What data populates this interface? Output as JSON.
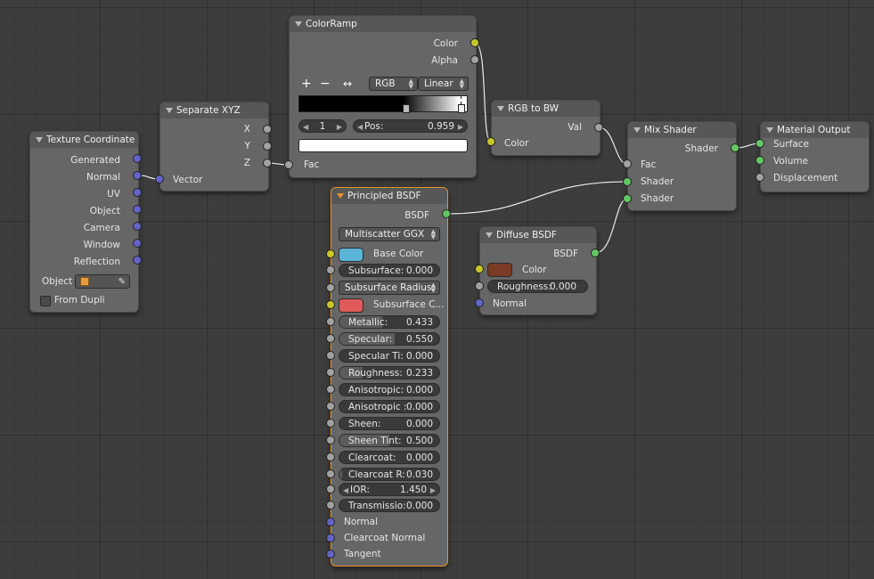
{
  "colors": {
    "socket_color": "#c7c729",
    "socket_float": "#a1a1a1",
    "socket_vector": "#6363c7",
    "socket_shader": "#63c763",
    "active_outline": "#e7932f",
    "base_color": "#5ab4d6",
    "subsurface_color": "#e05a5a",
    "diffuse_color": "#7a3a24"
  },
  "texcoord": {
    "title": "Texture Coordinate",
    "outputs": [
      "Generated",
      "Normal",
      "UV",
      "Object",
      "Camera",
      "Window",
      "Reflection"
    ],
    "object_label": "Object",
    "object_icon": "cube-icon",
    "eyedropper_icon": "eyedropper-icon",
    "from_dupli": "From Dupli"
  },
  "sepxyz": {
    "title": "Separate XYZ",
    "outputs": [
      "X",
      "Y",
      "Z"
    ],
    "input": "Vector"
  },
  "colorramp": {
    "title": "ColorRamp",
    "outputs": [
      "Color",
      "Alpha"
    ],
    "add": "+",
    "remove": "−",
    "flip": "↔",
    "color_mode": "RGB",
    "interpolation": "Linear",
    "index": "1",
    "pos_label": "Pos:",
    "pos_value": "0.959",
    "input": "Fac"
  },
  "rgbtobw": {
    "title": "RGB to BW",
    "output": "Val",
    "input": "Color"
  },
  "mixshader": {
    "title": "Mix Shader",
    "output": "Shader",
    "inputs": [
      "Fac",
      "Shader",
      "Shader"
    ]
  },
  "matout": {
    "title": "Material Output",
    "inputs": [
      "Surface",
      "Volume",
      "Displacement"
    ]
  },
  "diffuse": {
    "title": "Diffuse BSDF",
    "output": "BSDF",
    "color_label": "Color",
    "roughness_label": "Roughness:",
    "roughness_value": "0.000",
    "normal": "Normal"
  },
  "principled": {
    "title": "Principled BSDF",
    "output": "BSDF",
    "distribution": "Multiscatter GGX",
    "base_color": "Base Color",
    "subsurface": {
      "label": "Subsurface:",
      "value": "0.000"
    },
    "subsurface_method": "Subsurface Radius",
    "subsurface_color": "Subsurface C...",
    "params": [
      {
        "label": "Metallic:",
        "value": "0.433",
        "fill": 0.433
      },
      {
        "label": "Specular:",
        "value": "0.550",
        "fill": 0.55
      },
      {
        "label": "Specular Ti:",
        "value": "0.000",
        "fill": 0
      },
      {
        "label": "Roughness:",
        "value": "0.233",
        "fill": 0.233
      },
      {
        "label": "Anisotropic:",
        "value": "0.000",
        "fill": 0
      },
      {
        "label": "Anisotropic :",
        "value": "0.000",
        "fill": 0
      },
      {
        "label": "Sheen:",
        "value": "0.000",
        "fill": 0
      },
      {
        "label": "Sheen Tint:",
        "value": "0.500",
        "fill": 0.5
      },
      {
        "label": "Clearcoat:",
        "value": "0.000",
        "fill": 0
      },
      {
        "label": "Clearcoat R:",
        "value": "0.030",
        "fill": 0.03
      }
    ],
    "ior": {
      "label": "IOR:",
      "value": "1.450"
    },
    "transmission": {
      "label": "Transmissio:",
      "value": "0.000"
    },
    "normal": "Normal",
    "clearcoat_normal": "Clearcoat Normal",
    "tangent": "Tangent"
  }
}
